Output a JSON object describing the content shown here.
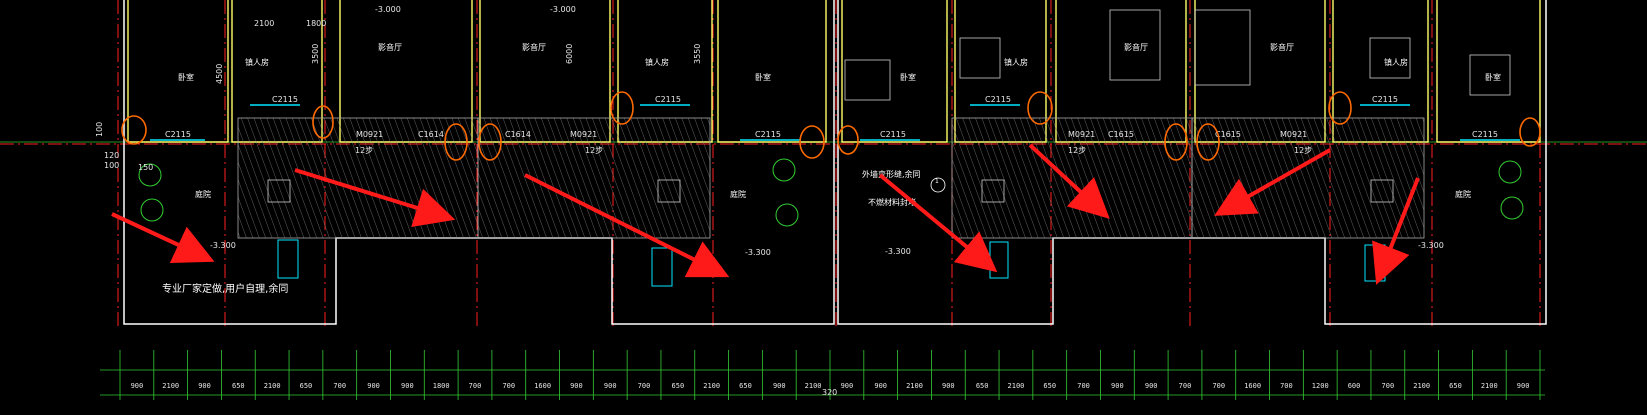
{
  "plan": {
    "rooms": {
      "bedroom": "卧室",
      "second_bedroom": "镇人房",
      "audio_hall": "影音厅",
      "courtyard": "庭院"
    },
    "dimension_texts": [
      "2100",
      "1800",
      "3500",
      "4500",
      "6000",
      "3550"
    ],
    "window_labels": [
      "C2115",
      "C1614",
      "C1615"
    ],
    "door_labels": [
      "M0921",
      "M0921"
    ],
    "step_label": "12步",
    "elevations": [
      "-3.000",
      "-3.300"
    ],
    "notes": {
      "vendor_note": "专业厂家定做,用户自理,余同",
      "wall_note": "外墙变形缝,余同",
      "wall_note_2": "不燃材料封堵",
      "mark": "1"
    },
    "axis_labels": [
      "100",
      "150",
      "100",
      "120"
    ],
    "bottom_dims": [
      "900",
      "2100",
      "900",
      "650",
      "2100",
      "650",
      "700",
      "900",
      "900",
      "1800",
      "700",
      "700",
      "1600",
      "900",
      "900",
      "700",
      "650",
      "2100",
      "650",
      "900",
      "2100",
      "900",
      "900",
      "2100",
      "900",
      "650",
      "2100",
      "650",
      "700",
      "900",
      "900",
      "700",
      "700",
      "1600",
      "700",
      "1200",
      "600",
      "700",
      "2100",
      "650",
      "2100",
      "900"
    ],
    "center_label": "320"
  },
  "colors": {
    "background": "#000000",
    "wall": "#ffff66",
    "axis_red": "#ff2020",
    "grid_green": "#33cc33",
    "annotation_orange": "#ff6a00",
    "arrow_red": "#ff1a1a",
    "window_cyan": "#00e5ff",
    "hatch_gray": "#8a8a8a",
    "magenta": "#ff40ff"
  }
}
